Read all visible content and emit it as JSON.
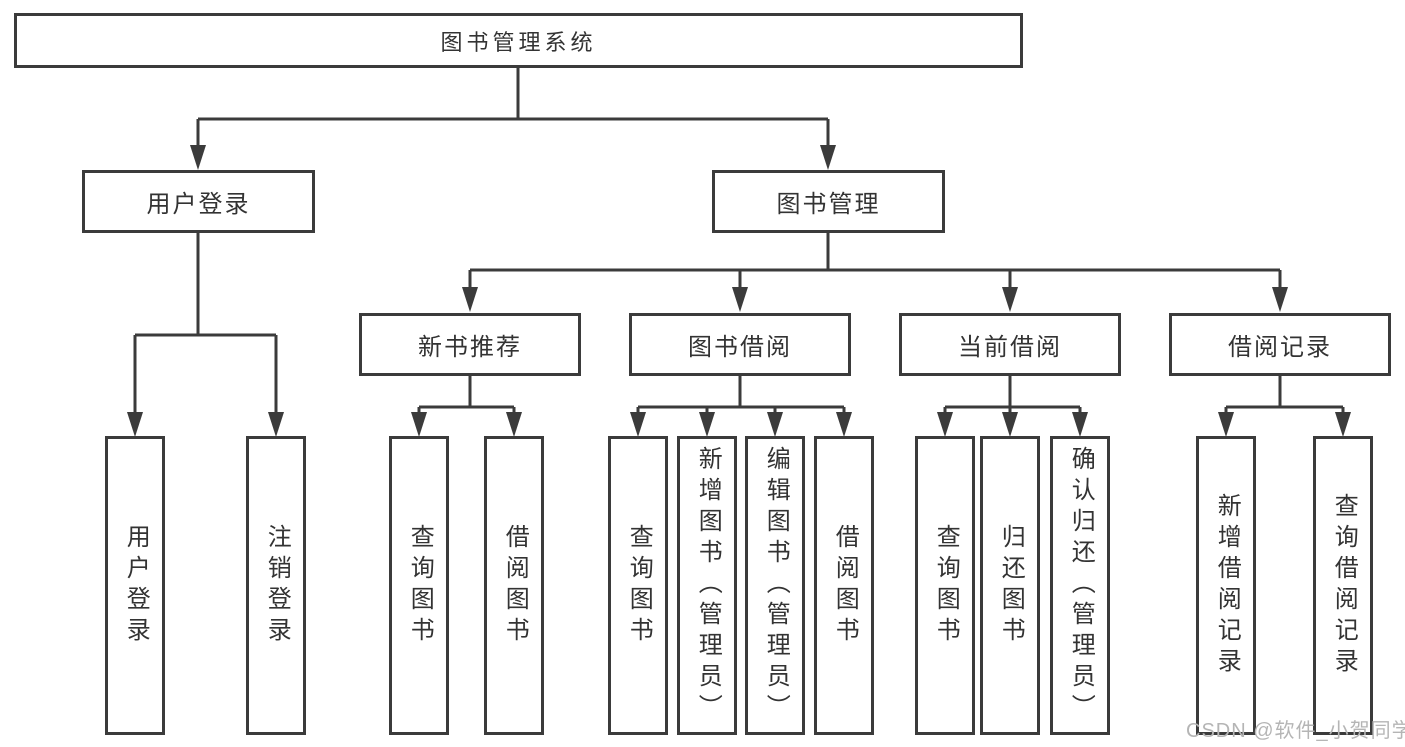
{
  "diagram": {
    "root": {
      "label": "图书管理系统"
    },
    "level1": [
      {
        "label": "用户登录"
      },
      {
        "label": "图书管理"
      }
    ],
    "level2": [
      {
        "label": "新书推荐"
      },
      {
        "label": "图书借阅"
      },
      {
        "label": "当前借阅"
      },
      {
        "label": "借阅记录"
      }
    ],
    "leaves": {
      "user_login": [
        "用户登录",
        "注销登录"
      ],
      "new_book_recommend": [
        "查询图书",
        "借阅图书"
      ],
      "book_borrow": [
        "查询图书",
        "新增图书（管理员）",
        "编辑图书（管理员）",
        "借阅图书"
      ],
      "current_borrow": [
        "查询图书",
        "归还图书",
        "确认归还（管理员）"
      ],
      "borrow_records": [
        "新增借阅记录",
        "查询借阅记录"
      ]
    }
  },
  "watermark": {
    "text": "CSDN @软件_小贺同学"
  },
  "colors": {
    "line": "#3b3b3b",
    "box_border": "#3b3b3b",
    "text": "#333333",
    "watermark": "#b5b5b5",
    "background": "#ffffff"
  }
}
